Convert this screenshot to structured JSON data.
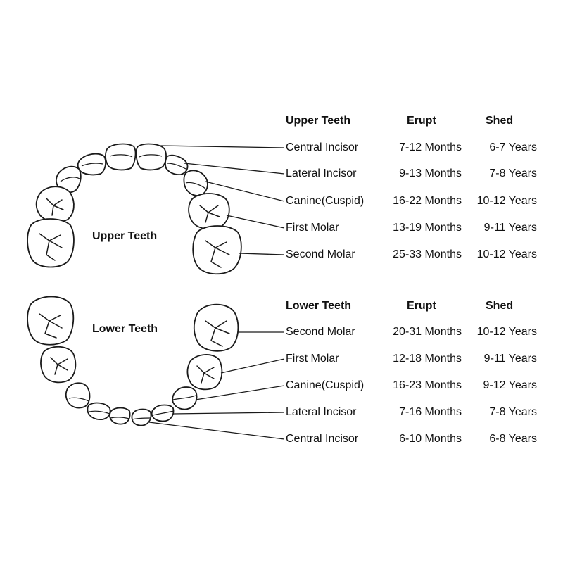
{
  "upper": {
    "arch_label": "Upper Teeth",
    "headers": {
      "name": "Upper Teeth",
      "erupt": "Erupt",
      "shed": "Shed"
    },
    "rows": [
      {
        "name": "Central Incisor",
        "erupt": "7-12 Months",
        "shed": "6-7 Years"
      },
      {
        "name": "Lateral Incisor",
        "erupt": "9-13 Months",
        "shed": "7-8 Years"
      },
      {
        "name": "Canine(Cuspid)",
        "erupt": "16-22 Months",
        "shed": "10-12 Years"
      },
      {
        "name": "First Molar",
        "erupt": "13-19 Months",
        "shed": "9-11 Years"
      },
      {
        "name": "Second Molar",
        "erupt": "25-33 Months",
        "shed": "10-12 Years"
      }
    ]
  },
  "lower": {
    "arch_label": "Lower Teeth",
    "headers": {
      "name": "Lower Teeth",
      "erupt": "Erupt",
      "shed": "Shed"
    },
    "rows": [
      {
        "name": "Second Molar",
        "erupt": "20-31 Months",
        "shed": "10-12 Years"
      },
      {
        "name": "First Molar",
        "erupt": "12-18 Months",
        "shed": "9-11 Years"
      },
      {
        "name": "Canine(Cuspid)",
        "erupt": "16-23 Months",
        "shed": "9-12 Years"
      },
      {
        "name": "Lateral Incisor",
        "erupt": "7-16 Months",
        "shed": "7-8 Years"
      },
      {
        "name": "Central Incisor",
        "erupt": "6-10 Months",
        "shed": "6-8 Years"
      }
    ]
  }
}
